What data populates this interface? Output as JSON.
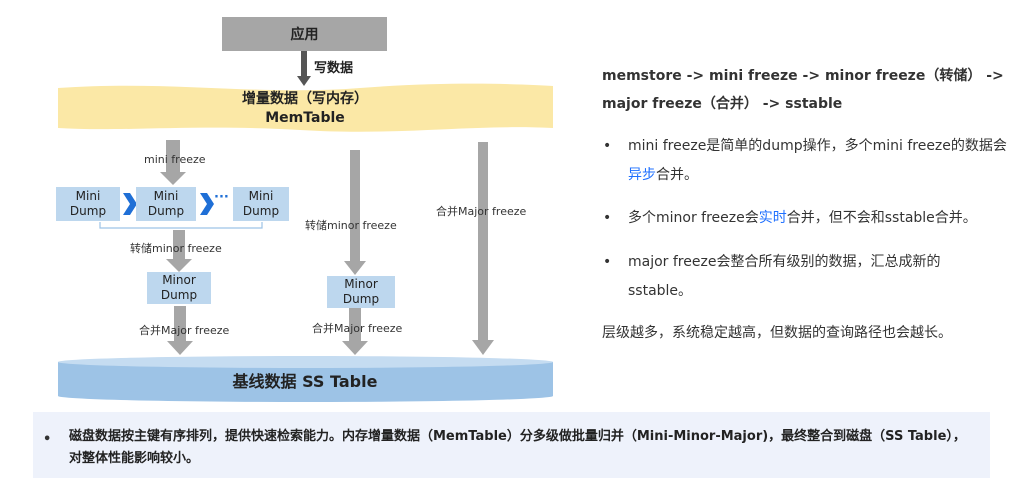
{
  "diagram": {
    "app_label": "应用",
    "write_label": "写数据",
    "memtable_line1": "增量数据（写内存）",
    "memtable_line2": "MemTable",
    "mini_freeze_label": "mini freeze",
    "mini_dump_1": "Mini\nDump",
    "mini_dump_2": "Mini\nDump",
    "mini_dump_3": "Mini\nDump",
    "ellipsis": "···",
    "minor_freeze_label_left": "转储minor freeze",
    "minor_freeze_label_mid": "转储minor freeze",
    "major_freeze_label_right": "合并Major freeze",
    "minor_dump_left": "Minor\nDump",
    "minor_dump_mid": "Minor\nDump",
    "major_freeze_label_left": "合并Major freeze",
    "major_freeze_label_mid": "合并Major freeze",
    "sstable_label": "基线数据 SS Table",
    "colors": {
      "memtable": "#fbe8a6",
      "sstable": "#9dc3e6",
      "arrow": "#a6a6a6",
      "box": "#bdd7ee",
      "chevron": "#1f6fd6"
    }
  },
  "right_panel": {
    "title": "memstore -> mini freeze -> minor freeze（转储） -> major freeze（合并） -> sstable",
    "bullets": [
      {
        "dot": "•",
        "before": "mini freeze是简单的dump操作，多个mini freeze的数据会",
        "highlight": "异步",
        "after": "合并。"
      },
      {
        "dot": "•",
        "before": "多个minor freeze会",
        "highlight": "实时",
        "after": "合并，但不会和sstable合并。"
      },
      {
        "dot": "•",
        "before": "major freeze会整合所有级别的数据，汇总成新的sstable。",
        "highlight": "",
        "after": ""
      }
    ],
    "summary": "层级越多，系统稳定越高，但数据的查询路径也会越长。"
  },
  "bottom": {
    "dot": "•",
    "text": "磁盘数据按主键有序排列，提供快速检索能力。内存增量数据（MemTable）分多级做批量归并（Mini-Minor-Major)，最终整合到磁盘（SS Table），对整体性能影响较小。"
  }
}
